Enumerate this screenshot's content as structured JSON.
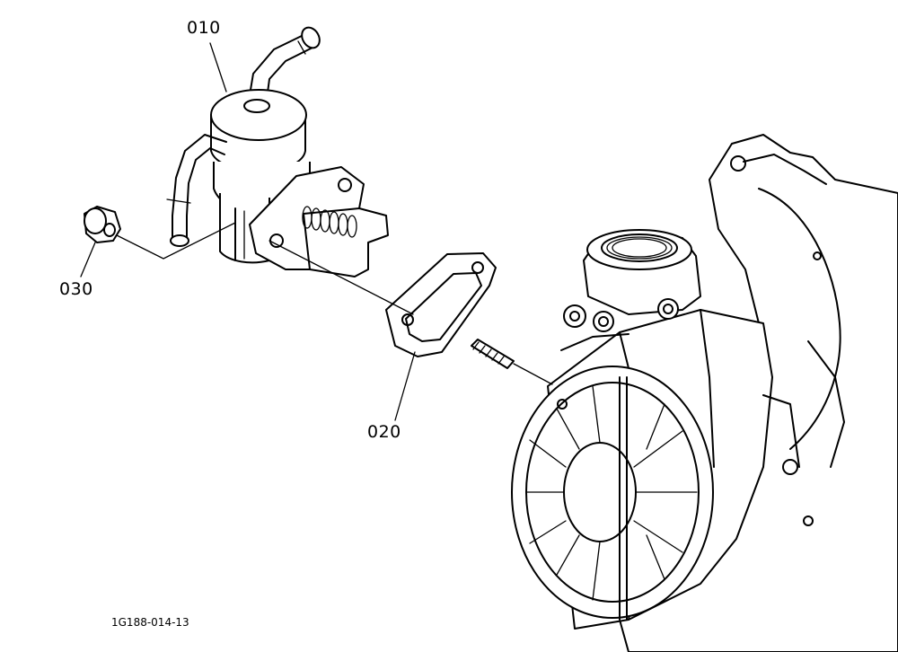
{
  "diagram": {
    "callouts": {
      "pump": "010",
      "gasket": "020",
      "nut": "030"
    },
    "figure_id": "1G188-014-13"
  },
  "colors": {
    "line": "#000000",
    "background": "#ffffff"
  }
}
